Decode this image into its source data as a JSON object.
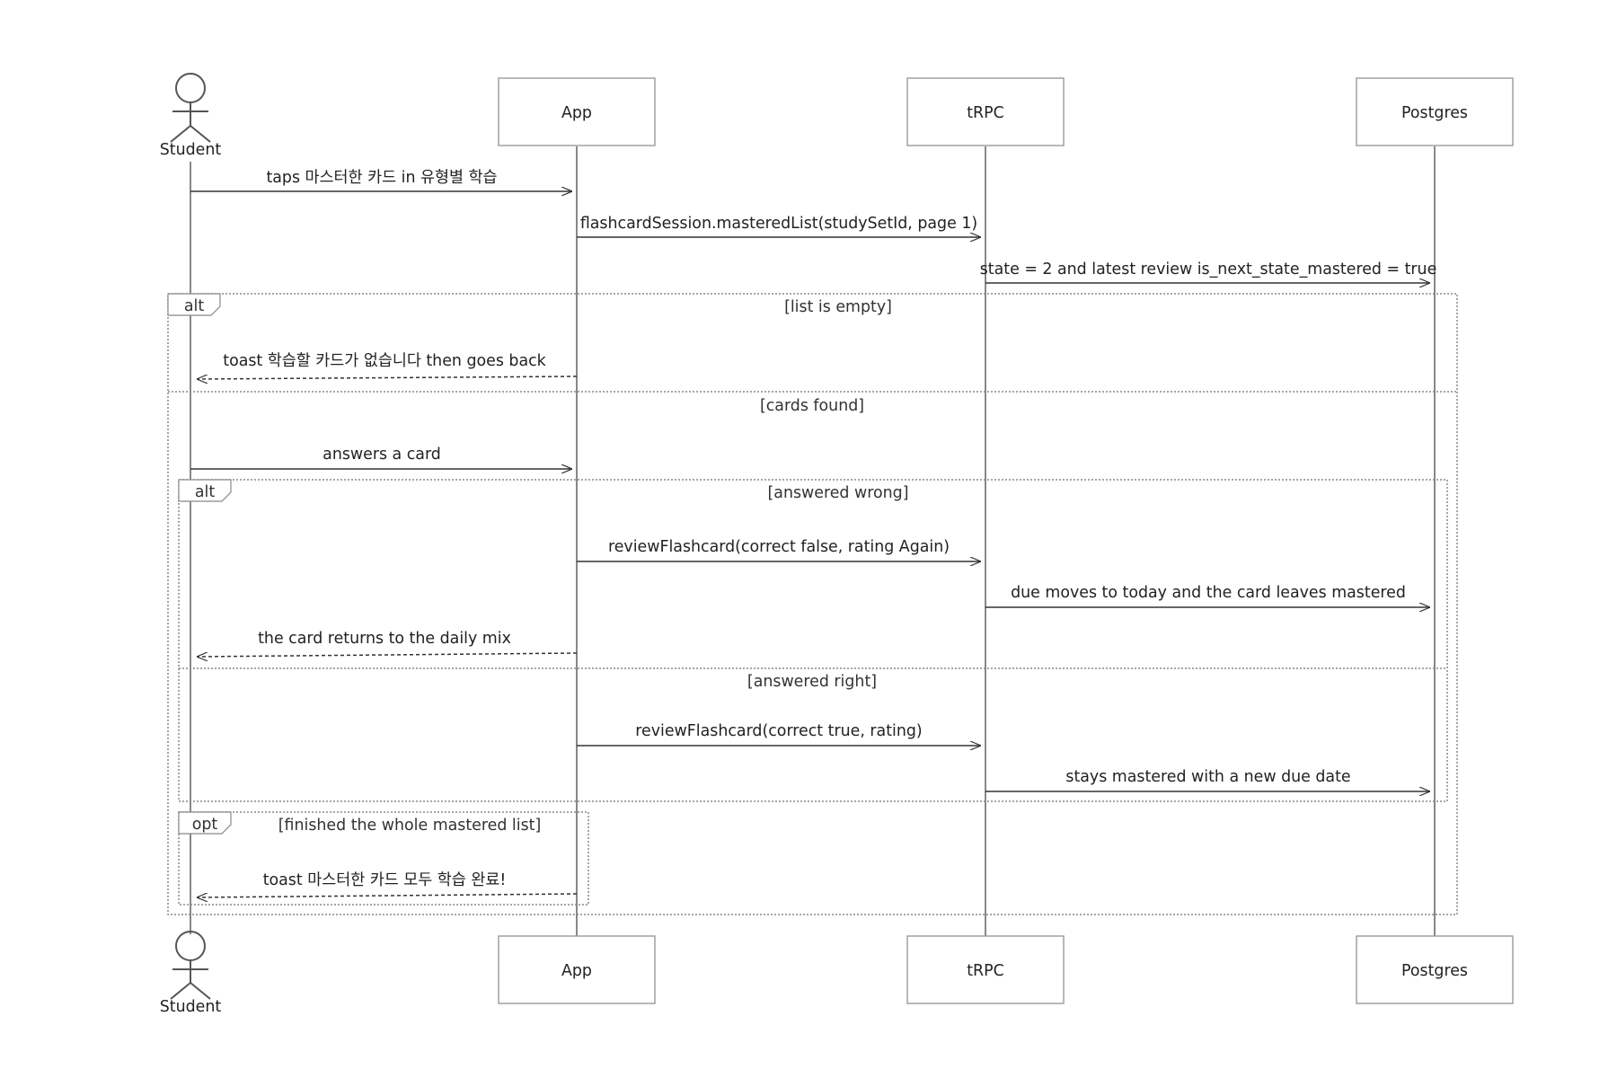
{
  "participants": {
    "student": "Student",
    "app": "App",
    "trpc": "tRPC",
    "postgres": "Postgres"
  },
  "messages": {
    "m1": "taps 마스터한 카드 in 유형별 학습",
    "m2": "flashcardSession.masteredList(studySetId, page 1)",
    "m3": "state = 2 and latest review is_next_state_mastered = true",
    "m4": "toast 학습할 카드가 없습니다 then goes back",
    "m5": "answers a card",
    "m6": "reviewFlashcard(correct false, rating Again)",
    "m7": "due moves to today and the card leaves mastered",
    "m8": "the card returns to the daily mix",
    "m9": "reviewFlashcard(correct true, rating)",
    "m10": "stays mastered with a new due date",
    "m11": "toast 마스터한 카드 모두 학습 완료!"
  },
  "fragments": {
    "alt1": {
      "keyword": "alt",
      "condition1": "[list is empty]",
      "condition2": "[cards found]"
    },
    "alt2": {
      "keyword": "alt",
      "condition1": "[answered wrong]",
      "condition2": "[answered right]"
    },
    "opt": {
      "keyword": "opt",
      "condition": "[finished the whole mastered list]"
    }
  }
}
